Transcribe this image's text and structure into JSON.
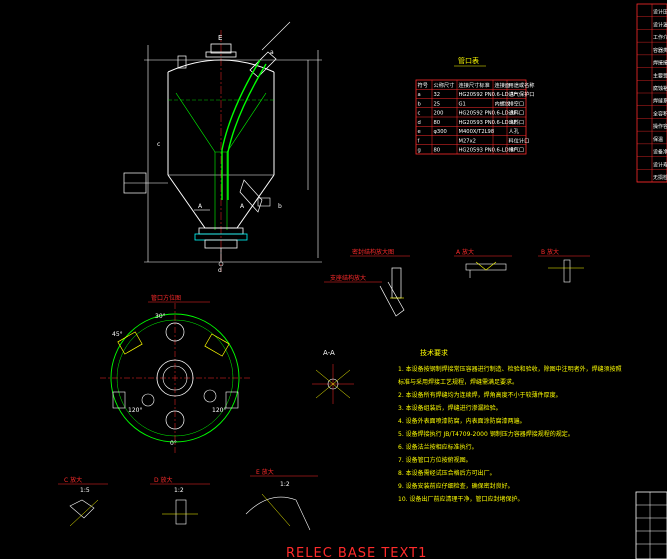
{
  "nozzle_table": {
    "title": "管口表",
    "headers": [
      "符号",
      "公称尺寸",
      "连接尺寸标准",
      "连接面",
      "用途或名称"
    ],
    "rows": [
      [
        "a",
        "32",
        "HG20592 PN0.6-LD RF",
        "",
        "进气保护口"
      ],
      [
        "b",
        "25",
        "G1",
        "内螺纹",
        "排空口"
      ],
      [
        "c",
        "200",
        "HG20592 PN0.6-LD RF",
        "",
        "进料口"
      ],
      [
        "d",
        "80",
        "HG20593 PN0.6-LD RF",
        "",
        "出料口"
      ],
      [
        "e",
        "φ300",
        "M400X/T2L98",
        "",
        "人孔"
      ],
      [
        "f",
        "",
        "M27x2",
        "",
        "料位计口"
      ],
      [
        "g",
        "80",
        "HG20593 PN0.6-LD RF",
        "",
        "排气口"
      ]
    ]
  },
  "notes": {
    "title": "技术要求",
    "items": [
      "1. 本设备按钢制焊接常压容器进行制造、检验和验收，除图中注明者外，焊缝须按照",
      "   标准与采用焊接工艺规程，焊缝需满足要求。",
      "2. 本设备所有焊缝均为连续焊，焊角高度不小于较薄件厚度。",
      "3. 本设备组装后，焊缝进行渗漏检验。",
      "4. 设备外表面喷漆防腐，内表面涂防腐漆两遍。",
      "5. 设备焊接执行 JB/T4709-2000 钢制压力容器焊接规程的规定。",
      "6. 设备法兰按相应标准执行。",
      "7. 设备管口方位按俯视图。",
      "8. 本设备需经试压合格后方可出厂。",
      "9. 设备安装前应仔细检查，确保密封良好。",
      "10. 设备出厂前应清理干净，管口应封堵保护。"
    ]
  },
  "labels": {
    "section_aa": "A-A",
    "detail_a": "A 放大",
    "detail_b": "B 放大",
    "detail_c": "C 放大",
    "detail_d": "D 放大",
    "detail_e": "E 放大",
    "title_plan": "管口方位图",
    "title_seal": "密封结构放大图",
    "title_support": "支座结构放大",
    "scale_d": "1:2",
    "scale_e": "1:2",
    "scale_c": "1:5",
    "angles": [
      "30°",
      "45°",
      "120°",
      "120°",
      "0°"
    ],
    "view_a": "A",
    "view_a2": "A",
    "nozzle_letters": [
      "E",
      "a",
      "c",
      "b",
      "d"
    ],
    "base_text": "RELEC BASE TEXT1"
  },
  "right_panel": {
    "col_items": [
      "设计压力",
      "设计温度",
      "工作介质",
      "容器类别",
      "焊接接头",
      "主要受压",
      "腐蚀裕量",
      "焊缝系数",
      "全容积",
      "操作容积",
      "保温",
      "设备净重",
      "设计寿命",
      "无损检测"
    ]
  }
}
